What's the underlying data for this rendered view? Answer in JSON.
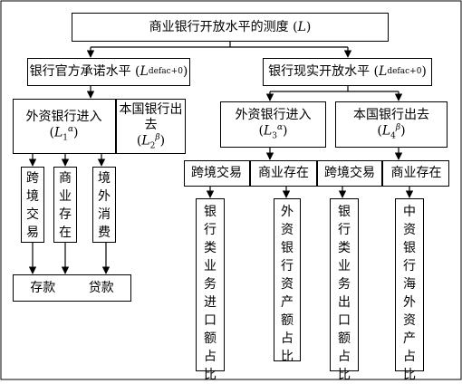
{
  "title": {
    "text": "商业银行开放水平的测度 (",
    "symbol": "L",
    "close": ")"
  },
  "left_branch": {
    "label": "银行官方承诺水平 (",
    "symbol": "L",
    "superscript": "defac+0",
    "close": ")",
    "children": [
      {
        "label": "外资银行进入",
        "symbol": "L",
        "subscript": "1",
        "superscript": "α",
        "children": [
          {
            "chars": [
              "跨",
              "境",
              "交",
              "易"
            ]
          },
          {
            "chars": [
              "商",
              "业",
              "存",
              "在"
            ]
          },
          {
            "chars": [
              "境",
              "外",
              "消",
              "费"
            ]
          }
        ]
      },
      {
        "label": "本国银行出去",
        "symbol": "L",
        "subscript": "2",
        "superscript": "β"
      }
    ],
    "bottom": {
      "left": "存款",
      "right": "贷款"
    }
  },
  "right_branch": {
    "label": "银行现实开放水平 (",
    "symbol": "L",
    "superscript": "defac+0",
    "close": ")",
    "children": [
      {
        "label": "外资银行进入",
        "symbol": "L",
        "subscript": "3",
        "superscript": "α",
        "modes": [
          "跨境交易",
          "商业存在"
        ],
        "leaves": [
          [
            "银",
            "行",
            "类",
            "业",
            "务",
            "进",
            "口",
            "额",
            "占",
            "比"
          ],
          [
            "外",
            "资",
            "银",
            "行",
            "资",
            "产",
            "额",
            "占",
            "比"
          ]
        ]
      },
      {
        "label": "本国银行出去",
        "symbol": "L",
        "subscript": "4",
        "superscript": "β",
        "modes": [
          "跨境交易",
          "商业存在"
        ],
        "leaves": [
          [
            "银",
            "行",
            "类",
            "业",
            "务",
            "出",
            "口",
            "额",
            "占",
            "比"
          ],
          [
            "中",
            "资",
            "银",
            "行",
            "海",
            "外",
            "资",
            "产",
            "占",
            "比"
          ]
        ]
      }
    ]
  }
}
